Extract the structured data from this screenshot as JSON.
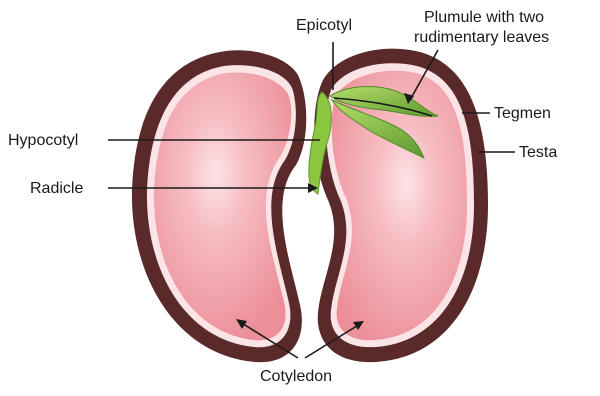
{
  "labels": {
    "epicotyl": "Epicotyl",
    "plumule_line1": "Plumule with two",
    "plumule_line2": "rudimentary leaves",
    "tegmen": "Tegmen",
    "testa": "Testa",
    "hypocotyl": "Hypocotyl",
    "radicle": "Radicle",
    "cotyledon": "Cotyledon"
  },
  "colors": {
    "testa": "#5a2a2a",
    "tegmen": "#fbe4e6",
    "cotyledon_fill": "#ef9aa3",
    "cotyledon_highlight": "#fde3e6",
    "embryo_green": "#8dc63f",
    "leaf_dark": "#4f8a2a",
    "background": "#ffffff"
  }
}
